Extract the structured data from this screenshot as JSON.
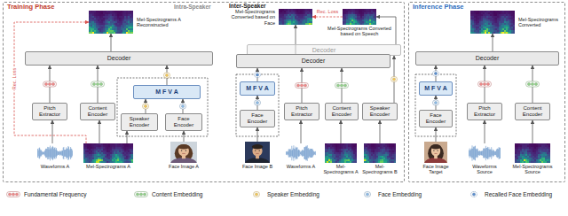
{
  "diagram": {
    "nodes": [
      {
        "text": [
          "Training Phase"
        ]
      },
      {
        "text": [
          "Mel-Spectrograms A Reconstructed"
        ],
        "in": 0
      },
      {
        "text": [
          "Decoder"
        ],
        "in": 0
      },
      {
        "text": [
          "M F V A"
        ],
        "in": 0
      },
      {
        "text": [
          "Pitch Extractor"
        ],
        "in": 0
      },
      {
        "text": [
          "Content Encoder"
        ],
        "in": 0
      },
      {
        "text": [
          "Speaker Encoder"
        ],
        "in": 0
      },
      {
        "text": [
          "Face Encoder"
        ],
        "in": 0
      },
      {
        "text": [
          "Waveforms A"
        ],
        "in": 0
      },
      {
        "text": [
          "Mel-Spectrograms A"
        ],
        "in": 0
      },
      {
        "text": [
          "Face Image A"
        ],
        "in": 0
      },
      {
        "text": [
          "Mel-Spectrograms Converted based on Face"
        ],
        "in": 0
      },
      {
        "text": [
          "Mel-Spectrograms Converted based on Speech"
        ],
        "in": 0
      },
      {
        "text": [
          "Decoder"
        ],
        "in": 0
      },
      {
        "text": [
          "Decoder"
        ],
        "in": 0
      },
      {
        "text": [
          "M F V A"
        ],
        "in": 0
      },
      {
        "text": [
          "Face Encoder"
        ],
        "in": 0
      },
      {
        "text": [
          "Face Image B"
        ],
        "in": 0
      },
      {
        "text": [
          "Pitch Extractor"
        ],
        "in": 0
      },
      {
        "text": [
          "Content Encoder"
        ],
        "in": 0
      },
      {
        "text": [
          "Speaker Encoder"
        ],
        "in": 0
      },
      {
        "text": [
          "Waveforms A"
        ],
        "in": 0
      },
      {
        "text": [
          "Mel-Spectrograms A"
        ],
        "in": 0
      },
      {
        "text": [
          "Mel-Spectrograms B"
        ],
        "in": 0
      },
      {
        "text": [
          "Inference Phase"
        ]
      },
      {
        "text": [
          "Mel-Spectrograms Converted"
        ],
        "in": 24
      },
      {
        "text": [
          "Decoder"
        ],
        "in": 24
      },
      {
        "text": [
          "M F V A"
        ],
        "in": 24
      },
      {
        "text": [
          "Face Encoder"
        ],
        "in": 24
      },
      {
        "text": [
          "Pitch Extractor"
        ],
        "in": 24
      },
      {
        "text": [
          "Content Encoder"
        ],
        "in": 24
      },
      {
        "text": [
          "Face Image Target"
        ],
        "in": 24
      },
      {
        "text": [
          "Waveforms Source"
        ],
        "in": 24
      },
      {
        "text": [
          "Mel-Spectrograms Source"
        ],
        "in": 24
      }
    ],
    "edges": [
      {
        "from": 8,
        "to": 4,
        "arrow": "to"
      },
      {
        "from": 9,
        "to": 5,
        "arrow": "to"
      },
      {
        "from": 9,
        "to": 6,
        "arrow": "to"
      },
      {
        "from": 10,
        "to": 7,
        "arrow": "to"
      },
      {
        "from": 6,
        "to": 3,
        "arrow": "to"
      },
      {
        "from": 7,
        "to": 3,
        "arrow": "to"
      },
      {
        "from": 4,
        "to": 2,
        "arrow": "to"
      },
      {
        "from": 5,
        "to": 2,
        "arrow": "to"
      },
      {
        "from": 3,
        "to": 2,
        "arrow": "to"
      },
      {
        "from": 2,
        "to": 1,
        "arrow": "to"
      },
      {
        "from": 9,
        "to": 1,
        "label": "Rec. Loss",
        "arrow": "to"
      },
      {
        "from": 17,
        "to": 16,
        "arrow": "to"
      },
      {
        "from": 16,
        "to": 15,
        "arrow": "to"
      },
      {
        "from": 15,
        "to": 14,
        "arrow": "to"
      },
      {
        "from": 21,
        "to": 18,
        "arrow": "to"
      },
      {
        "from": 22,
        "to": 19,
        "arrow": "to"
      },
      {
        "from": 23,
        "to": 20,
        "arrow": "to"
      },
      {
        "from": 18,
        "to": 14,
        "arrow": "to"
      },
      {
        "from": 19,
        "to": 14,
        "arrow": "to"
      },
      {
        "from": 20,
        "to": 13,
        "arrow": "to"
      },
      {
        "from": 14,
        "to": 11,
        "arrow": "to"
      },
      {
        "from": 13,
        "to": 12,
        "arrow": "to"
      },
      {
        "from": 12,
        "to": 11,
        "label": "Rec. Loss",
        "arrow": "to"
      },
      {
        "from": 31,
        "to": 28,
        "arrow": "to"
      },
      {
        "from": 28,
        "to": 27,
        "arrow": "to"
      },
      {
        "from": 27,
        "to": 26,
        "arrow": "to"
      },
      {
        "from": 32,
        "to": 29,
        "arrow": "to"
      },
      {
        "from": 33,
        "to": 30,
        "arrow": "to"
      },
      {
        "from": 29,
        "to": 26,
        "arrow": "to"
      },
      {
        "from": 30,
        "to": 26,
        "arrow": "to"
      },
      {
        "from": 26,
        "to": 25,
        "arrow": "to"
      }
    ],
    "labels": [
      "Intra-Speaker",
      "Inter-Speaker"
    ],
    "legend": [
      {
        "text": "Fundamental Frequency",
        "color": "#ef8a8a"
      },
      {
        "text": "Content Embedding",
        "color": "#93d08c"
      },
      {
        "text": "Speaker Embedding",
        "color": "#f3c85a"
      },
      {
        "text": "Face Embedding",
        "color": "#8dbbe6"
      },
      {
        "text": "Recalled Face Embedding",
        "color": "#5b8fd0"
      }
    ]
  }
}
